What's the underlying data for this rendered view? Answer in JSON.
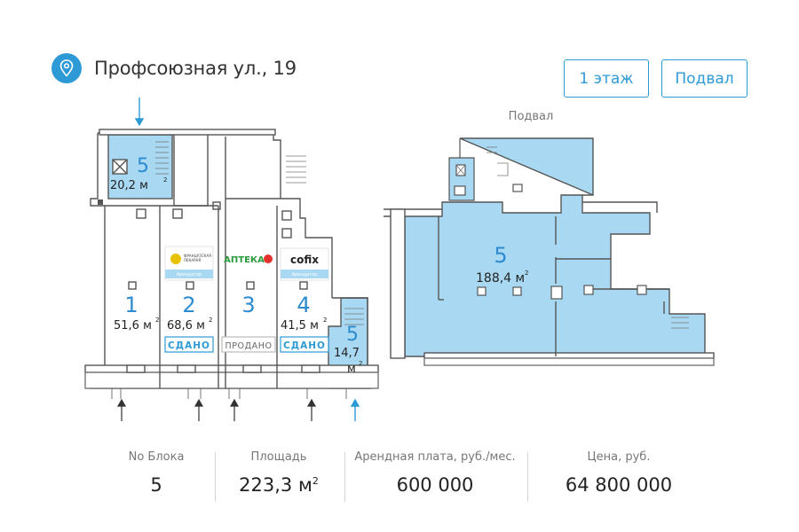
{
  "header": {
    "address": "Профсоюзная ул., 19",
    "icon": "location-pin-icon"
  },
  "floors": {
    "first": "1 этаж",
    "basement": "Подвал"
  },
  "basement_plan": {
    "title": "Подвал",
    "unit_number": "5",
    "area": "188,4 м",
    "superscript": "2"
  },
  "first_floor_plan": {
    "units": [
      {
        "number": "1",
        "area": "51,6 м",
        "sup": "2",
        "status": ""
      },
      {
        "number": "2",
        "area": "68,6 м",
        "sup": "2",
        "status": "СДАНО",
        "tenant": "Арендатор"
      },
      {
        "number": "3",
        "area": "",
        "sup": "",
        "status": "ПРОДАНО",
        "tenant_logo": "АПТЕКА"
      },
      {
        "number": "4",
        "area": "41,5 м",
        "sup": "2",
        "status": "СДАНО",
        "tenant_logo": "cofix",
        "tenant": "Арендатор"
      },
      {
        "number": "5",
        "area": "14,7",
        "area2": "м",
        "sup": "2",
        "status": ""
      }
    ],
    "top_unit": {
      "number": "5",
      "area": "20,2 м",
      "sup": "2"
    }
  },
  "stats": {
    "block_label": "No Блока",
    "block_value": "5",
    "area_label": "Площадь",
    "area_value": "223,3 м",
    "area_sup": "2",
    "rent_label": "Арендная плата, руб./мес.",
    "rent_value": "600 000",
    "price_label": "Цена, руб.",
    "price_value": "64 800 000"
  },
  "colors": {
    "accent": "#2d9ad6",
    "highlight": "#a9d9f2",
    "wall": "#555555"
  }
}
